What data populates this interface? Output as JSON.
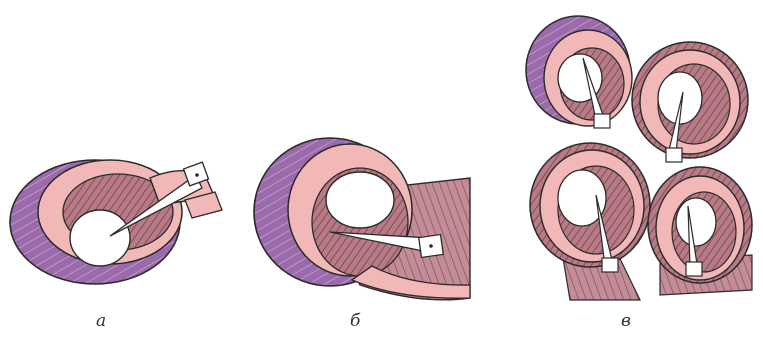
{
  "captions": {
    "a": "а",
    "b": "б",
    "c": "в"
  },
  "colors": {
    "inner_pink": "#f2b8b8",
    "dark_pink": "#b87a84",
    "shadow": "#5a3a44",
    "outer_violet": "#9a6aaa",
    "violet_light": "#c69ad4",
    "outline": "#2a2a2a",
    "background": "#ffffff"
  }
}
